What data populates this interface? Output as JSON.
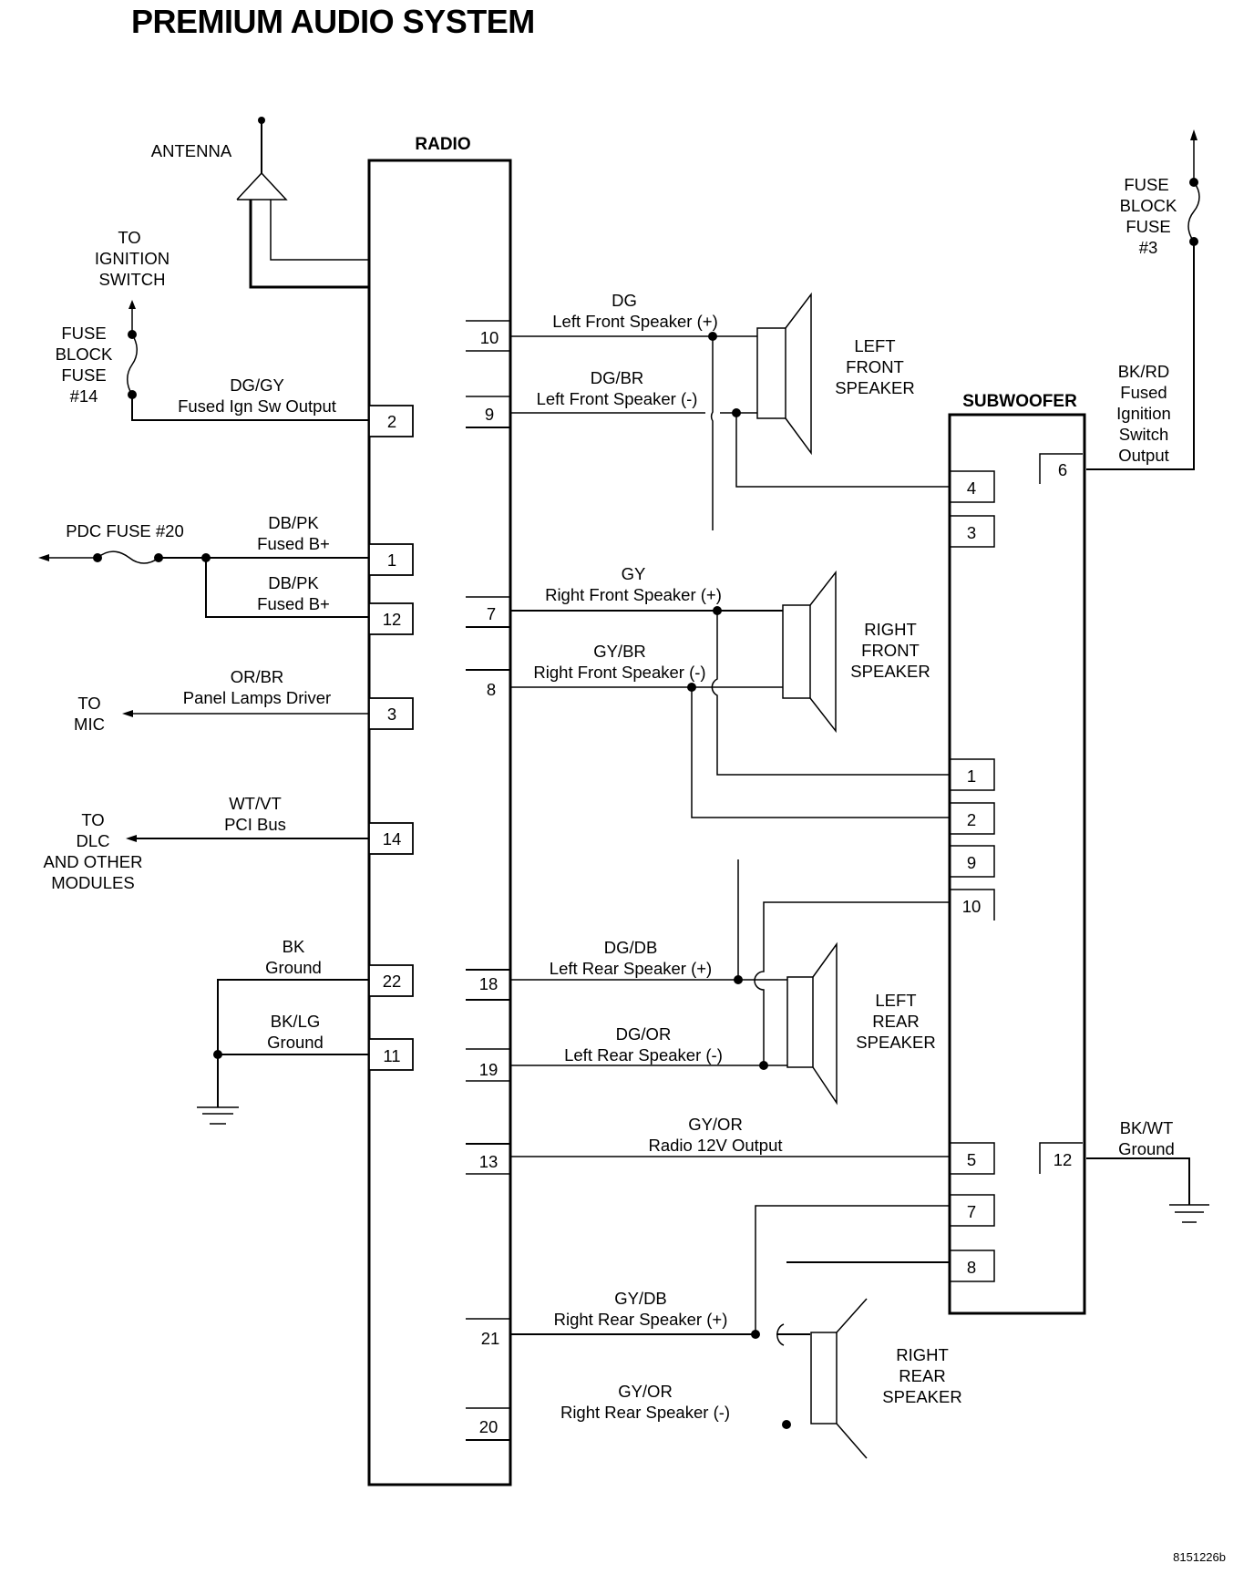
{
  "title": "PREMIUM AUDIO SYSTEM",
  "figure_id": "8151226b",
  "components": {
    "radio": "RADIO",
    "subwoofer": "SUBWOOFER",
    "antenna": "ANTENNA",
    "left_front_speaker": [
      "LEFT",
      "FRONT",
      "SPEAKER"
    ],
    "right_front_speaker": [
      "RIGHT",
      "FRONT",
      "SPEAKER"
    ],
    "left_rear_speaker": [
      "LEFT",
      "REAR",
      "SPEAKER"
    ],
    "right_rear_speaker": [
      "RIGHT",
      "REAR",
      "SPEAKER"
    ]
  },
  "external": {
    "to_ignition_switch": [
      "TO",
      "IGNITION",
      "SWITCH"
    ],
    "fuse_14": [
      "FUSE",
      "BLOCK",
      "FUSE",
      "#14"
    ],
    "pdc_fuse_20": "PDC FUSE #20",
    "to_mic": [
      "TO",
      "MIC"
    ],
    "to_dlc": [
      "TO",
      "DLC",
      "AND OTHER",
      "MODULES"
    ],
    "fuse_3": [
      "FUSE",
      "BLOCK",
      "FUSE",
      "#3"
    ]
  },
  "radio_left_circuits": [
    {
      "pin": "2",
      "color": "DG/GY",
      "desc": "Fused Ign Sw Output"
    },
    {
      "pin": "1",
      "color": "DB/PK",
      "desc": "Fused B+"
    },
    {
      "pin": "12",
      "color": "DB/PK",
      "desc": "Fused B+"
    },
    {
      "pin": "3",
      "color": "OR/BR",
      "desc": "Panel Lamps Driver"
    },
    {
      "pin": "14",
      "color": "WT/VT",
      "desc": "PCI Bus"
    },
    {
      "pin": "22",
      "color": "BK",
      "desc": "Ground"
    },
    {
      "pin": "11",
      "color": "BK/LG",
      "desc": "Ground"
    }
  ],
  "radio_right_circuits": [
    {
      "pin": "10",
      "color": "DG",
      "desc": "Left Front Speaker (+)"
    },
    {
      "pin": "9",
      "color": "DG/BR",
      "desc": "Left Front Speaker (-)"
    },
    {
      "pin": "7",
      "color": "GY",
      "desc": "Right Front Speaker (+)"
    },
    {
      "pin": "8",
      "color": "GY/BR",
      "desc": "Right Front Speaker (-)"
    },
    {
      "pin": "18",
      "color": "DG/DB",
      "desc": "Left Rear Speaker (+)"
    },
    {
      "pin": "19",
      "color": "DG/OR",
      "desc": "Left Rear Speaker (-)"
    },
    {
      "pin": "13",
      "color": "GY/OR",
      "desc": "Radio 12V Output"
    },
    {
      "pin": "21",
      "color": "GY/DB",
      "desc": "Right Rear Speaker (+)"
    },
    {
      "pin": "20",
      "color": "GY/OR",
      "desc": "Right Rear Speaker (-)"
    }
  ],
  "subwoofer_left_pins": [
    "4",
    "3",
    "1",
    "2",
    "9",
    "10",
    "5",
    "7",
    "8"
  ],
  "subwoofer_right_circuits": [
    {
      "pin": "6",
      "color": "BK/RD",
      "desc": [
        "Fused",
        "Ignition",
        "Switch",
        "Output"
      ]
    },
    {
      "pin": "12",
      "color": "BK/WT",
      "desc": "Ground"
    }
  ]
}
